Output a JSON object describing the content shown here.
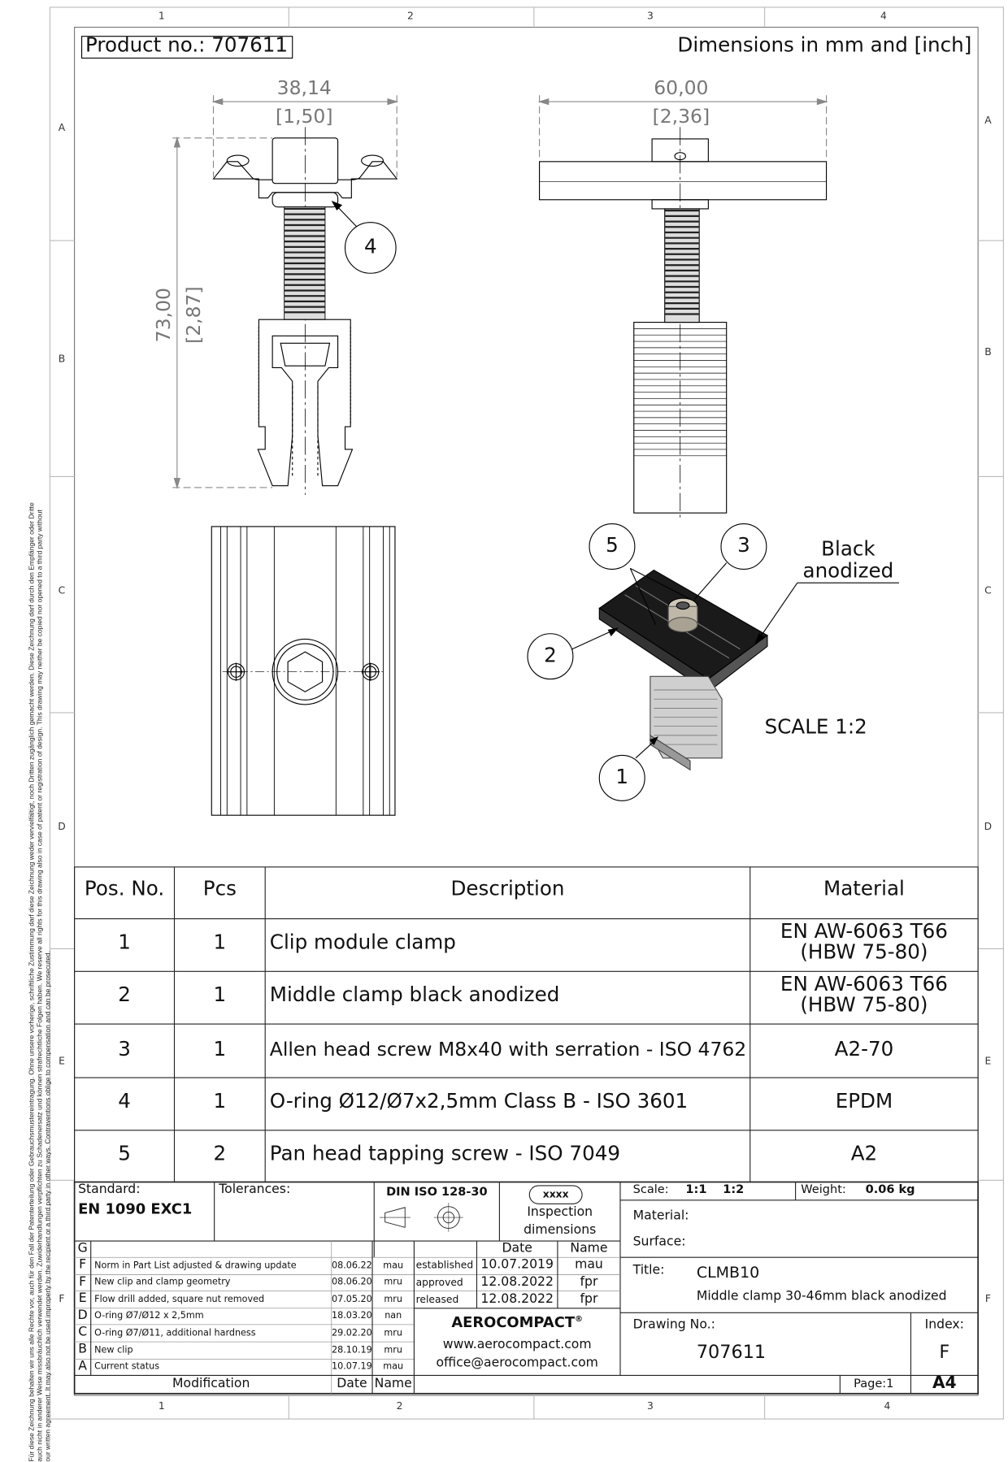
{
  "header": {
    "product_no": "Product no.: 707611",
    "units": "Dimensions in mm and [inch]"
  },
  "zones": {
    "cols": [
      "1",
      "2",
      "3",
      "4"
    ],
    "rows": [
      "A",
      "B",
      "C",
      "D",
      "E",
      "F"
    ]
  },
  "legal_notice": "Für diese Zeichnung behalten wir uns alle Rechte vor, auch für den Fall der Patenterteilung oder Gebrauchsmustereintragung. Ohne unsere vorherige, schriftliche Zustimmung darf diese Zeichnung weder vervielfältigt, noch Dritten zugänglich gemacht werden. Diese Zeichnung darf durch den Empfänger oder Dritte auch nicht in anderer Weise missbräuchlich verwendet werden. Zuwiderhandlungen verpflichten zu Schadenersatz und können strafrechtliche Folgen haben. We reserve all rights for this drawing also in case of patent or registration of design. This drawing may neither be copied nor opened to a third party without our written agreement. It may also not be used improperly by the recipient or a third party in other ways. Contraventions oblige to compensation and can be prosecuted.",
  "dimensions": {
    "width_front": "38,14",
    "width_front_inch": "[1,50]",
    "width_side": "60,00",
    "width_side_inch": "[2,36]",
    "height": "73,00",
    "height_inch": "[2,87]"
  },
  "balloons": {
    "b1": "1",
    "b2": "2",
    "b3": "3",
    "b4": "4",
    "b5": "5"
  },
  "annotations": {
    "finish_line1": "Black",
    "finish_line2": "anodized",
    "scale": "SCALE 1:2"
  },
  "parts_table": {
    "headers": [
      "Pos. No.",
      "Pcs",
      "Description",
      "Material"
    ],
    "rows": [
      {
        "pos": "1",
        "pcs": "1",
        "desc": "Clip module clamp",
        "mat1": "EN AW-6063 T66",
        "mat2": "(HBW 75-80)"
      },
      {
        "pos": "2",
        "pcs": "1",
        "desc": "Middle clamp black anodized",
        "mat1": "EN AW-6063 T66",
        "mat2": "(HBW 75-80)"
      },
      {
        "pos": "3",
        "pcs": "1",
        "desc": "Allen head screw M8x40 with serration - ISO 4762",
        "mat1": "A2-70",
        "mat2": ""
      },
      {
        "pos": "4",
        "pcs": "1",
        "desc": "O-ring Ø12/Ø7x2,5mm Class B - ISO 3601",
        "mat1": "EPDM",
        "mat2": ""
      },
      {
        "pos": "5",
        "pcs": "2",
        "desc": "Pan head tapping screw - ISO 7049",
        "mat1": "A2",
        "mat2": ""
      }
    ]
  },
  "title_block": {
    "standard_label": "Standard:",
    "standard": "EN 1090 EXC1",
    "tolerances_label": "Tolerances:",
    "din": "DIN ISO 128-30",
    "inspection_badge": "xxxx",
    "inspection_l1": "Inspection",
    "inspection_l2": "dimensions",
    "scale_label": "Scale:",
    "scale_1": "1:1",
    "scale_2": "1:2",
    "weight_label": "Weight:",
    "weight": "0.06 kg",
    "material_label": "Material:",
    "surface_label": "Surface:",
    "title_label": "Title:",
    "title": "CLMB10",
    "subtitle": "Middle clamp 30-46mm black anodized",
    "drawing_no_label": "Drawing No.:",
    "drawing_no": "707611",
    "index_label": "Index:",
    "index": "F",
    "page": "Page:1",
    "format": "A4",
    "approval_headers": {
      "date": "Date",
      "name": "Name"
    },
    "approvals": [
      {
        "label": "established",
        "date": "10.07.2019",
        "name": "mau"
      },
      {
        "label": "approved",
        "date": "12.08.2022",
        "name": "fpr"
      },
      {
        "label": "released",
        "date": "12.08.2022",
        "name": "fpr"
      }
    ],
    "company": "AEROCOMPACT",
    "registered": "®",
    "website": "www.aerocompact.com",
    "email": "office@aerocompact.com",
    "revisions": [
      {
        "idx": "G",
        "text": "",
        "date": "",
        "name": ""
      },
      {
        "idx": "F",
        "text": "Norm in Part List adjusted & drawing update",
        "date": "08.06.22",
        "name": "mau"
      },
      {
        "idx": "F",
        "text": "New clip and clamp geometry",
        "date": "08.06.20",
        "name": "mru"
      },
      {
        "idx": "E",
        "text": "Flow drill added, square nut removed",
        "date": "07.05.20",
        "name": "mru"
      },
      {
        "idx": "D",
        "text": "O-ring Ø7/Ø12 x 2,5mm",
        "date": "18.03.20",
        "name": "nan"
      },
      {
        "idx": "C",
        "text": "O-ring Ø7/Ø11, additional hardness",
        "date": "29.02.20",
        "name": "mru"
      },
      {
        "idx": "B",
        "text": "New clip",
        "date": "28.10.19",
        "name": "mru"
      },
      {
        "idx": "A",
        "text": "Current status",
        "date": "10.07.19",
        "name": "mau"
      }
    ],
    "rev_footer": {
      "modification": "Modification",
      "date": "Date",
      "name": "Name"
    }
  }
}
